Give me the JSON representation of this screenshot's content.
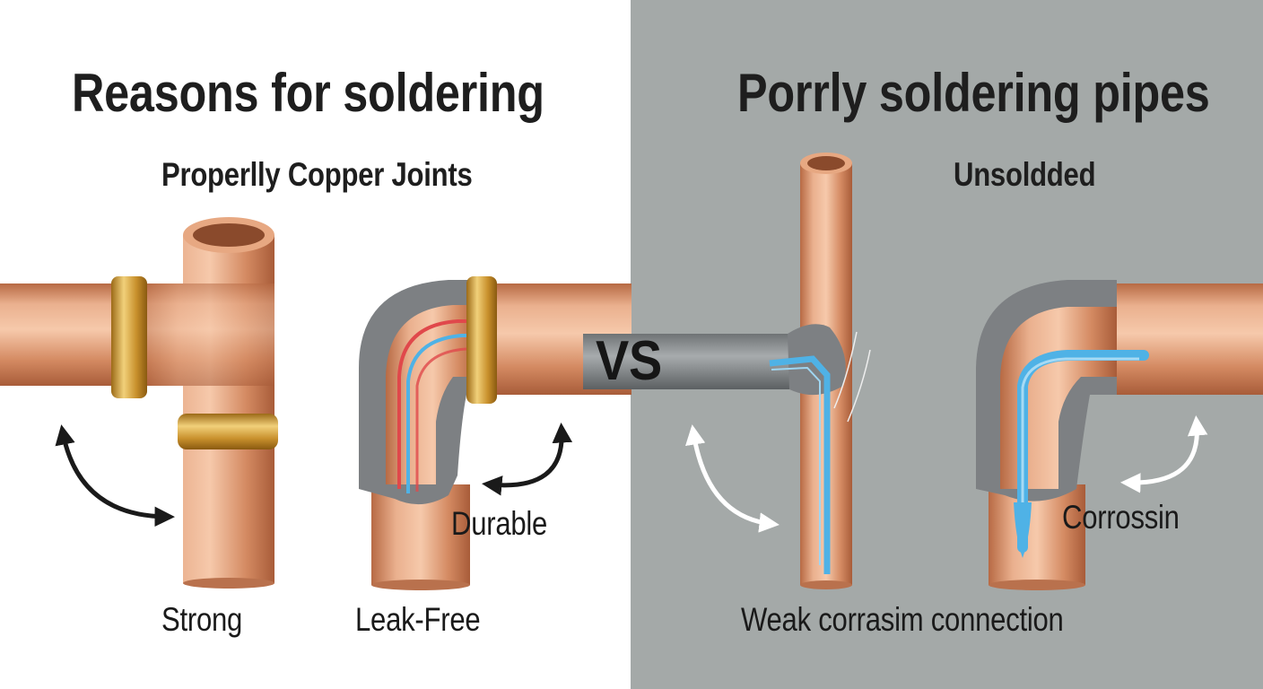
{
  "left_panel": {
    "title": "Reasons for soldering",
    "subtitle": "Properlly Copper Joints",
    "labels": {
      "strong": "Strong",
      "leak_free": "Leak-Free",
      "durable": "Durable"
    }
  },
  "divider": {
    "vs": "VS"
  },
  "right_panel": {
    "title": "Porrly soldering pipes",
    "subtitle": "Unsoldded",
    "labels": {
      "corrosion": "Corrossin",
      "weak": "Weak corrasim connection"
    }
  },
  "colors": {
    "left_background": "#ffffff",
    "right_background": "#a4a9a8",
    "copper": "#d98b61",
    "brass_fitting": "#c9922c",
    "solder_grey": "#7d8083",
    "water_blue": "#4fb2e6",
    "heat_red": "#e0484b",
    "arrow_left": "#1a1a1a",
    "arrow_right": "#ffffff"
  }
}
